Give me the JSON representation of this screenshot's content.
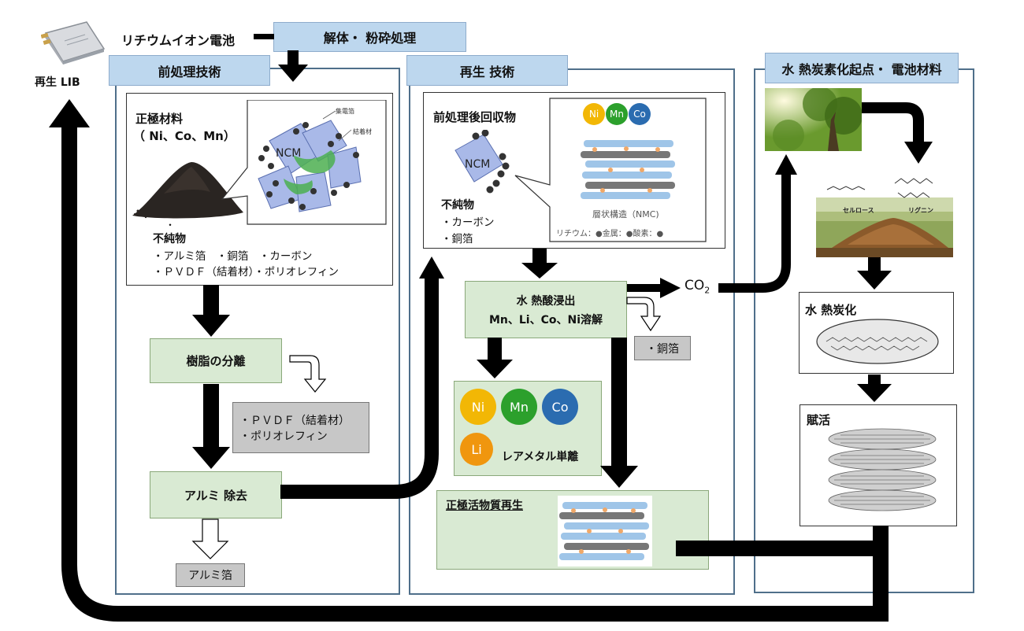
{
  "top": {
    "battery_caption": "再生 LIB",
    "liion_label": "リチウムイオン電池",
    "dismantle_label": "解体・ 粉砕処理"
  },
  "pretreatment": {
    "title": "前処理技術",
    "cathode_title_1": "正極材料",
    "cathode_title_2": "（ Ni、Co、Mn）",
    "callout_label_1": "集電箔",
    "callout_label_2": "結着材",
    "ncm_label": "NCM",
    "bullet_dot": "・",
    "impurities_title": "不純物",
    "impurities_line1": "・アルミ箔　・銅箔　・カーボン",
    "impurities_line2": "・ＰＶＤＦ（結着材）・ポリオレフィン",
    "resin_sep": "樹脂の分離",
    "resin_out_1": "・ＰＶＤＦ（結着材）",
    "resin_out_2": "・ポリオレフィン",
    "al_removal": "アルミ 除去",
    "al_foil": "アルミ箔"
  },
  "regen": {
    "title": "再生 技術",
    "recovered_title": "前処理後回収物",
    "ncm_label": "NCM",
    "impurities_title": "不純物",
    "imp_1": "・カーボン",
    "imp_2": "・銅箔",
    "ni": "Ni",
    "mn": "Mn",
    "co": "Co",
    "li": "Li",
    "layered": "層状構造（NMC)",
    "legend": "リチウム：●金属：●酸素：●",
    "leach_1": "水 熱酸浸出",
    "leach_2": "Mn、Li、Co、Ni溶解",
    "copper_foil": "・銅箔",
    "co2": "CO",
    "co2_sub": "2",
    "rare_metal": "レアメタル単離",
    "cathode_regen": "正極活物質再生"
  },
  "hydrothermal": {
    "title": "水 熱炭素化起点・ 電池材料",
    "cellulose": "セルロース",
    "lignin": "リグニン",
    "htc": "水 熱炭化",
    "activation": "賦活"
  },
  "colors": {
    "panel_border": "#4f6f8a",
    "title_fill": "#bdd7ee",
    "green_fill": "#d9ead3",
    "ni": "#f2b705",
    "mn": "#2ca02c",
    "co": "#2b6cb0",
    "li": "#f0960e"
  }
}
